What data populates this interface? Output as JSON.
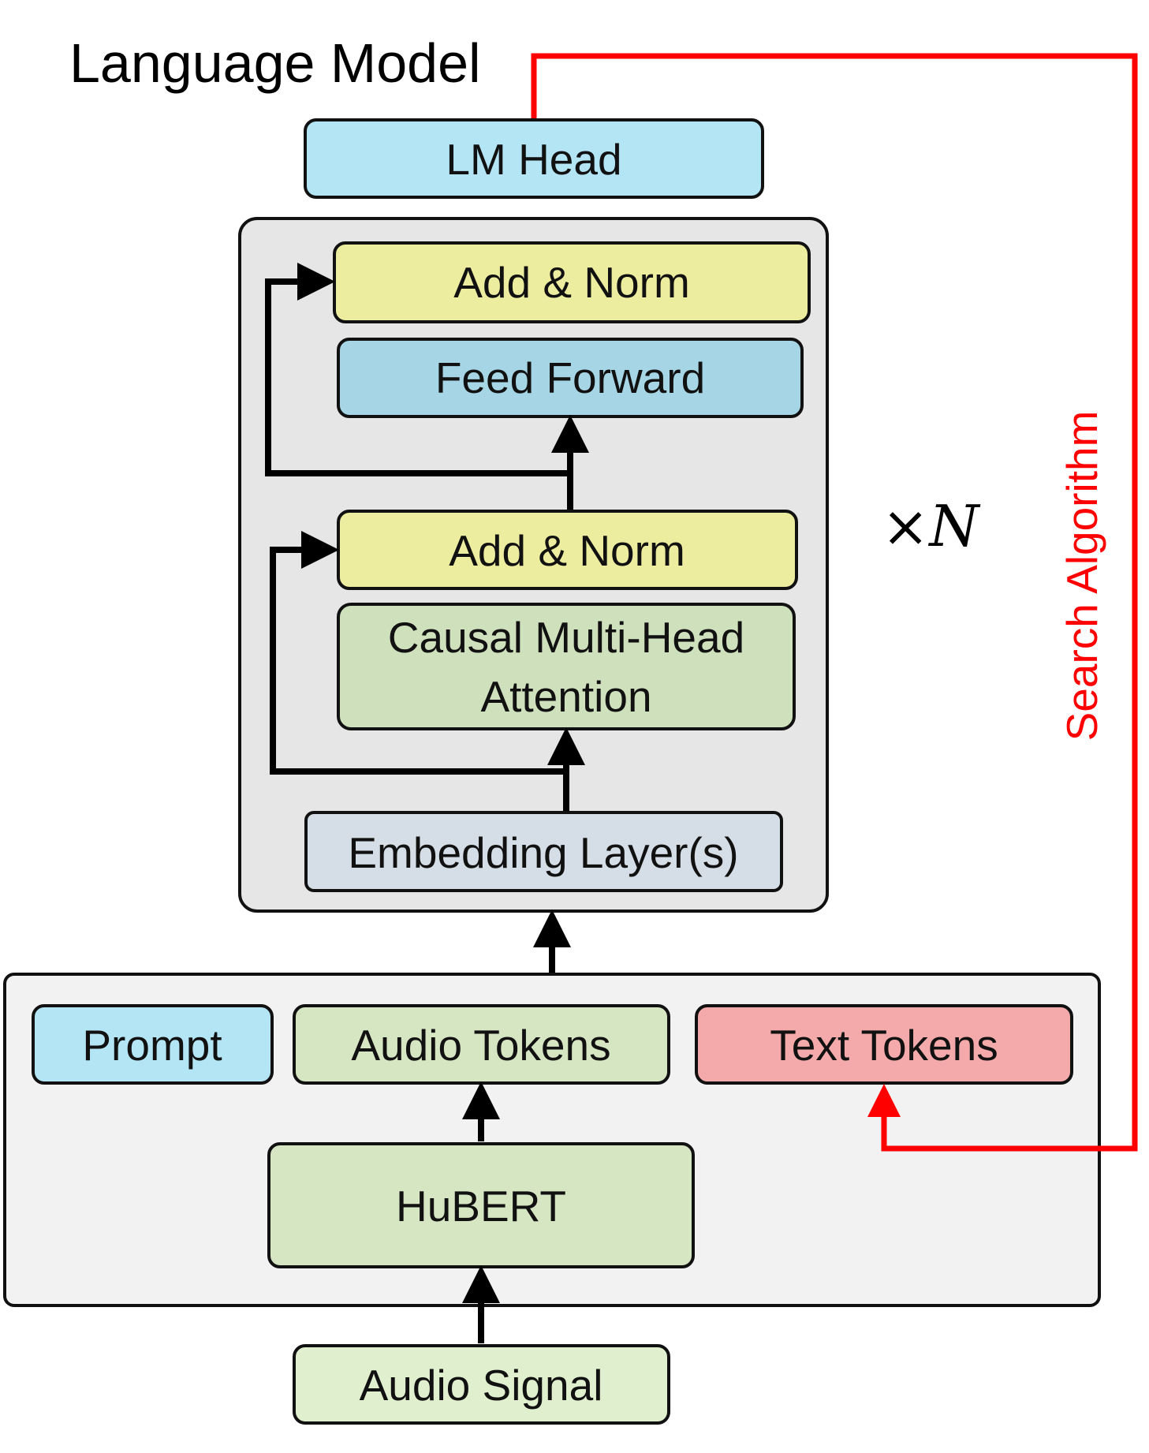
{
  "title": "Language Model",
  "lm_head": "LM Head",
  "transformer_block": {
    "add_norm_top": "Add & Norm",
    "feed_forward": "Feed Forward",
    "add_norm_bottom": "Add & Norm",
    "attention_line1": "Causal Multi-Head",
    "attention_line2": "Attention",
    "embedding": "Embedding Layer(s)",
    "repeat_symbol": "×",
    "repeat_var": "N"
  },
  "input_group": {
    "prompt": "Prompt",
    "audio_tokens": "Audio Tokens",
    "text_tokens": "Text Tokens",
    "hubert": "HuBERT"
  },
  "audio_signal": "Audio Signal",
  "search_algorithm": "Search Algorithm",
  "colors": {
    "lm_head": "#b3e5f5",
    "add_norm": "#ededa0",
    "feed_forward": "#a6d6e6",
    "attention": "#cfe0bc",
    "embedding": "#d5dee6",
    "prompt": "#b3e5f5",
    "audio_tokens": "#d6e6c3",
    "text_tokens": "#f4aaaa",
    "hubert": "#d6e6c3",
    "audio_signal": "#e0efce",
    "search_line": "#ff0000"
  }
}
